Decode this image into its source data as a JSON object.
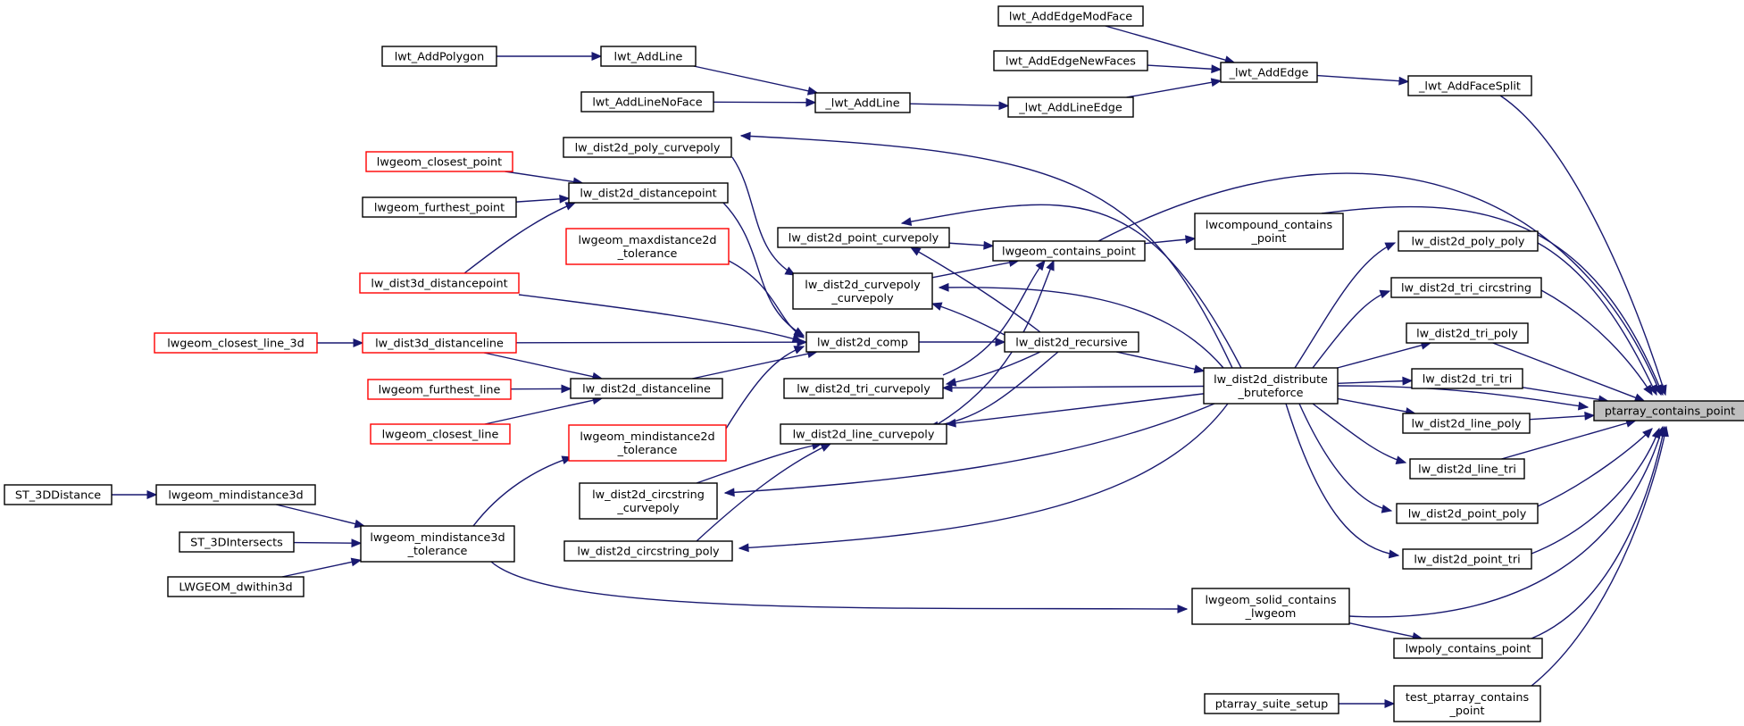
{
  "diagram": {
    "edge_color": "#191970",
    "node_border_default": "#000000",
    "node_border_red": "#ff0000",
    "focus_fill": "#bfbfbf",
    "nodes": [
      {
        "id": "ptarray_contains_point",
        "lines": [
          "ptarray_contains_point"
        ],
        "style": "focus"
      },
      {
        "id": "_lwt_AddFaceSplit",
        "lines": [
          "_lwt_AddFaceSplit"
        ],
        "style": "normal"
      },
      {
        "id": "_lwt_AddEdge",
        "lines": [
          "_lwt_AddEdge"
        ],
        "style": "normal"
      },
      {
        "id": "lwt_AddEdgeModFace",
        "lines": [
          "lwt_AddEdgeModFace"
        ],
        "style": "normal"
      },
      {
        "id": "lwt_AddEdgeNewFaces",
        "lines": [
          "lwt_AddEdgeNewFaces"
        ],
        "style": "normal"
      },
      {
        "id": "_lwt_AddLineEdge",
        "lines": [
          "_lwt_AddLineEdge"
        ],
        "style": "normal"
      },
      {
        "id": "_lwt_AddLine",
        "lines": [
          "_lwt_AddLine"
        ],
        "style": "normal"
      },
      {
        "id": "lwt_AddLine",
        "lines": [
          "lwt_AddLine"
        ],
        "style": "normal"
      },
      {
        "id": "lwt_AddPolygon",
        "lines": [
          "lwt_AddPolygon"
        ],
        "style": "normal"
      },
      {
        "id": "lwt_AddLineNoFace",
        "lines": [
          "lwt_AddLineNoFace"
        ],
        "style": "normal"
      },
      {
        "id": "lw_dist2d_distribute_bruteforce",
        "lines": [
          "lw_dist2d_distribute",
          "_bruteforce"
        ],
        "style": "normal"
      },
      {
        "id": "lw_dist2d_poly_curvepoly",
        "lines": [
          "lw_dist2d_poly_curvepoly"
        ],
        "style": "normal"
      },
      {
        "id": "lw_dist2d_distancepoint",
        "lines": [
          "lw_dist2d_distancepoint"
        ],
        "style": "normal"
      },
      {
        "id": "lwgeom_closest_point",
        "lines": [
          "lwgeom_closest_point"
        ],
        "style": "red"
      },
      {
        "id": "lwgeom_furthest_point",
        "lines": [
          "lwgeom_furthest_point"
        ],
        "style": "normal"
      },
      {
        "id": "lw_dist3d_distancepoint",
        "lines": [
          "lw_dist3d_distancepoint"
        ],
        "style": "red"
      },
      {
        "id": "lwgeom_maxdistance2d_tolerance",
        "lines": [
          "lwgeom_maxdistance2d",
          "_tolerance"
        ],
        "style": "red"
      },
      {
        "id": "lw_dist2d_comp",
        "lines": [
          "lw_dist2d_comp"
        ],
        "style": "normal"
      },
      {
        "id": "lw_dist3d_distanceline",
        "lines": [
          "lw_dist3d_distanceline"
        ],
        "style": "red"
      },
      {
        "id": "lwgeom_closest_line_3d",
        "lines": [
          "lwgeom_closest_line_3d"
        ],
        "style": "red"
      },
      {
        "id": "lw_dist2d_distanceline",
        "lines": [
          "lw_dist2d_distanceline"
        ],
        "style": "normal"
      },
      {
        "id": "lwgeom_furthest_line",
        "lines": [
          "lwgeom_furthest_line"
        ],
        "style": "red"
      },
      {
        "id": "lwgeom_closest_line",
        "lines": [
          "lwgeom_closest_line"
        ],
        "style": "red"
      },
      {
        "id": "lwgeom_mindistance2d_tolerance",
        "lines": [
          "lwgeom_mindistance2d",
          "_tolerance"
        ],
        "style": "red"
      },
      {
        "id": "lwgeom_mindistance3d_tolerance",
        "lines": [
          "lwgeom_mindistance3d",
          "_tolerance"
        ],
        "style": "normal"
      },
      {
        "id": "lwgeom_mindistance3d",
        "lines": [
          "lwgeom_mindistance3d"
        ],
        "style": "normal"
      },
      {
        "id": "ST_3DDistance",
        "lines": [
          "ST_3DDistance"
        ],
        "style": "normal"
      },
      {
        "id": "ST_3DIntersects",
        "lines": [
          "ST_3DIntersects"
        ],
        "style": "normal"
      },
      {
        "id": "LWGEOM_dwithin3d",
        "lines": [
          "LWGEOM_dwithin3d"
        ],
        "style": "normal"
      },
      {
        "id": "lw_dist2d_point_curvepoly",
        "lines": [
          "lw_dist2d_point_curvepoly"
        ],
        "style": "normal"
      },
      {
        "id": "lwgeom_contains_point",
        "lines": [
          "lwgeom_contains_point"
        ],
        "style": "normal"
      },
      {
        "id": "lwcompound_contains_point",
        "lines": [
          "lwcompound_contains",
          "_point"
        ],
        "style": "normal"
      },
      {
        "id": "lw_dist2d_curvepoly_curvepoly",
        "lines": [
          "lw_dist2d_curvepoly",
          "_curvepoly"
        ],
        "style": "normal"
      },
      {
        "id": "lw_dist2d_recursive",
        "lines": [
          "lw_dist2d_recursive"
        ],
        "style": "normal"
      },
      {
        "id": "lw_dist2d_tri_curvepoly",
        "lines": [
          "lw_dist2d_tri_curvepoly"
        ],
        "style": "normal"
      },
      {
        "id": "lw_dist2d_line_curvepoly",
        "lines": [
          "lw_dist2d_line_curvepoly"
        ],
        "style": "normal"
      },
      {
        "id": "lw_dist2d_circstring_curvepoly",
        "lines": [
          "lw_dist2d_circstring",
          "_curvepoly"
        ],
        "style": "normal"
      },
      {
        "id": "lw_dist2d_circstring_poly",
        "lines": [
          "lw_dist2d_circstring_poly"
        ],
        "style": "normal"
      },
      {
        "id": "lw_dist2d_poly_poly",
        "lines": [
          "lw_dist2d_poly_poly"
        ],
        "style": "normal"
      },
      {
        "id": "lw_dist2d_tri_circstring",
        "lines": [
          "lw_dist2d_tri_circstring"
        ],
        "style": "normal"
      },
      {
        "id": "lw_dist2d_tri_poly",
        "lines": [
          "lw_dist2d_tri_poly"
        ],
        "style": "normal"
      },
      {
        "id": "lw_dist2d_tri_tri",
        "lines": [
          "lw_dist2d_tri_tri"
        ],
        "style": "normal"
      },
      {
        "id": "lw_dist2d_line_poly",
        "lines": [
          "lw_dist2d_line_poly"
        ],
        "style": "normal"
      },
      {
        "id": "lw_dist2d_line_tri",
        "lines": [
          "lw_dist2d_line_tri"
        ],
        "style": "normal"
      },
      {
        "id": "lw_dist2d_point_poly",
        "lines": [
          "lw_dist2d_point_poly"
        ],
        "style": "normal"
      },
      {
        "id": "lw_dist2d_point_tri",
        "lines": [
          "lw_dist2d_point_tri"
        ],
        "style": "normal"
      },
      {
        "id": "lwgeom_solid_contains_lwgeom",
        "lines": [
          "lwgeom_solid_contains",
          "_lwgeom"
        ],
        "style": "normal"
      },
      {
        "id": "lwpoly_contains_point",
        "lines": [
          "lwpoly_contains_point"
        ],
        "style": "normal"
      },
      {
        "id": "test_ptarray_contains_point",
        "lines": [
          "test_ptarray_contains",
          "_point"
        ],
        "style": "normal"
      },
      {
        "id": "ptarray_suite_setup",
        "lines": [
          "ptarray_suite_setup"
        ],
        "style": "normal"
      }
    ],
    "edges": [
      {
        "from": "_lwt_AddFaceSplit",
        "to": "ptarray_contains_point"
      },
      {
        "from": "_lwt_AddEdge",
        "to": "_lwt_AddFaceSplit"
      },
      {
        "from": "lwt_AddEdgeModFace",
        "to": "_lwt_AddEdge"
      },
      {
        "from": "lwt_AddEdgeNewFaces",
        "to": "_lwt_AddEdge"
      },
      {
        "from": "_lwt_AddLineEdge",
        "to": "_lwt_AddEdge"
      },
      {
        "from": "_lwt_AddLine",
        "to": "_lwt_AddLineEdge"
      },
      {
        "from": "lwt_AddLine",
        "to": "_lwt_AddLine"
      },
      {
        "from": "lwt_AddPolygon",
        "to": "lwt_AddLine"
      },
      {
        "from": "lwt_AddLineNoFace",
        "to": "_lwt_AddLine"
      },
      {
        "from": "lw_dist2d_distribute_bruteforce",
        "to": "ptarray_contains_point"
      },
      {
        "from": "lw_dist2d_distribute_bruteforce",
        "to": "lw_dist2d_poly_curvepoly"
      },
      {
        "from": "lw_dist2d_distribute_bruteforce",
        "to": "lw_dist2d_point_curvepoly"
      },
      {
        "from": "lw_dist2d_distribute_bruteforce",
        "to": "lw_dist2d_curvepoly_curvepoly"
      },
      {
        "from": "lw_dist2d_distribute_bruteforce",
        "to": "lw_dist2d_tri_curvepoly"
      },
      {
        "from": "lw_dist2d_distribute_bruteforce",
        "to": "lw_dist2d_line_curvepoly"
      },
      {
        "from": "lw_dist2d_distribute_bruteforce",
        "to": "lw_dist2d_circstring_curvepoly"
      },
      {
        "from": "lw_dist2d_distribute_bruteforce",
        "to": "lw_dist2d_circstring_poly"
      },
      {
        "from": "lw_dist2d_distribute_bruteforce",
        "to": "lw_dist2d_poly_poly"
      },
      {
        "from": "lw_dist2d_distribute_bruteforce",
        "to": "lw_dist2d_tri_circstring"
      },
      {
        "from": "lw_dist2d_distribute_bruteforce",
        "to": "lw_dist2d_tri_poly"
      },
      {
        "from": "lw_dist2d_distribute_bruteforce",
        "to": "lw_dist2d_tri_tri"
      },
      {
        "from": "lw_dist2d_distribute_bruteforce",
        "to": "lw_dist2d_line_poly"
      },
      {
        "from": "lw_dist2d_distribute_bruteforce",
        "to": "lw_dist2d_line_tri"
      },
      {
        "from": "lw_dist2d_distribute_bruteforce",
        "to": "lw_dist2d_point_poly"
      },
      {
        "from": "lw_dist2d_distribute_bruteforce",
        "to": "lw_dist2d_point_tri"
      },
      {
        "from": "lw_dist2d_poly_curvepoly",
        "to": "lw_dist2d_curvepoly_curvepoly"
      },
      {
        "from": "lw_dist2d_distancepoint",
        "to": "lw_dist2d_comp"
      },
      {
        "from": "lwgeom_closest_point",
        "to": "lw_dist2d_distancepoint"
      },
      {
        "from": "lwgeom_furthest_point",
        "to": "lw_dist2d_distancepoint"
      },
      {
        "from": "lw_dist3d_distancepoint",
        "to": "lw_dist2d_distancepoint"
      },
      {
        "from": "lw_dist3d_distancepoint",
        "to": "lw_dist2d_comp"
      },
      {
        "from": "lwgeom_maxdistance2d_tolerance",
        "to": "lw_dist2d_comp"
      },
      {
        "from": "lw_dist3d_distanceline",
        "to": "lw_dist2d_comp"
      },
      {
        "from": "lw_dist3d_distanceline",
        "to": "lw_dist2d_distanceline"
      },
      {
        "from": "lwgeom_closest_line_3d",
        "to": "lw_dist3d_distanceline"
      },
      {
        "from": "lw_dist2d_distanceline",
        "to": "lw_dist2d_comp"
      },
      {
        "from": "lwgeom_furthest_line",
        "to": "lw_dist2d_distanceline"
      },
      {
        "from": "lwgeom_closest_line",
        "to": "lw_dist2d_distanceline"
      },
      {
        "from": "lwgeom_mindistance2d_tolerance",
        "to": "lw_dist2d_comp"
      },
      {
        "from": "lwgeom_mindistance3d_tolerance",
        "to": "lwgeom_mindistance2d_tolerance"
      },
      {
        "from": "lwgeom_mindistance3d_tolerance",
        "to": "lwgeom_solid_contains_lwgeom"
      },
      {
        "from": "lwgeom_mindistance3d",
        "to": "lwgeom_mindistance3d_tolerance"
      },
      {
        "from": "ST_3DDistance",
        "to": "lwgeom_mindistance3d"
      },
      {
        "from": "ST_3DIntersects",
        "to": "lwgeom_mindistance3d_tolerance"
      },
      {
        "from": "LWGEOM_dwithin3d",
        "to": "lwgeom_mindistance3d_tolerance"
      },
      {
        "from": "lw_dist2d_comp",
        "to": "lw_dist2d_recursive"
      },
      {
        "from": "lw_dist2d_recursive",
        "to": "lw_dist2d_distribute_bruteforce"
      },
      {
        "from": "lw_dist2d_recursive",
        "to": "lw_dist2d_point_curvepoly"
      },
      {
        "from": "lw_dist2d_recursive",
        "to": "lw_dist2d_curvepoly_curvepoly"
      },
      {
        "from": "lw_dist2d_recursive",
        "to": "lw_dist2d_tri_curvepoly"
      },
      {
        "from": "lw_dist2d_recursive",
        "to": "lw_dist2d_line_curvepoly"
      },
      {
        "from": "lw_dist2d_point_curvepoly",
        "to": "lwgeom_contains_point"
      },
      {
        "from": "lw_dist2d_curvepoly_curvepoly",
        "to": "lwgeom_contains_point"
      },
      {
        "from": "lw_dist2d_tri_curvepoly",
        "to": "lwgeom_contains_point"
      },
      {
        "from": "lw_dist2d_line_curvepoly",
        "to": "lwgeom_contains_point"
      },
      {
        "from": "lw_dist2d_circstring_curvepoly",
        "to": "lw_dist2d_line_curvepoly"
      },
      {
        "from": "lw_dist2d_circstring_poly",
        "to": "lw_dist2d_line_curvepoly"
      },
      {
        "from": "lwgeom_contains_point",
        "to": "lwcompound_contains_point"
      },
      {
        "from": "lwgeom_contains_point",
        "to": "ptarray_contains_point"
      },
      {
        "from": "lwcompound_contains_point",
        "to": "ptarray_contains_point"
      },
      {
        "from": "lw_dist2d_poly_poly",
        "to": "ptarray_contains_point"
      },
      {
        "from": "lw_dist2d_tri_circstring",
        "to": "ptarray_contains_point"
      },
      {
        "from": "lw_dist2d_tri_poly",
        "to": "ptarray_contains_point"
      },
      {
        "from": "lw_dist2d_tri_tri",
        "to": "ptarray_contains_point"
      },
      {
        "from": "lw_dist2d_line_poly",
        "to": "ptarray_contains_point"
      },
      {
        "from": "lw_dist2d_line_tri",
        "to": "ptarray_contains_point"
      },
      {
        "from": "lw_dist2d_point_poly",
        "to": "ptarray_contains_point"
      },
      {
        "from": "lw_dist2d_point_tri",
        "to": "ptarray_contains_point"
      },
      {
        "from": "lwgeom_solid_contains_lwgeom",
        "to": "lwpoly_contains_point"
      },
      {
        "from": "lwgeom_solid_contains_lwgeom",
        "to": "ptarray_contains_point"
      },
      {
        "from": "lwpoly_contains_point",
        "to": "ptarray_contains_point"
      },
      {
        "from": "test_ptarray_contains_point",
        "to": "ptarray_contains_point"
      },
      {
        "from": "ptarray_suite_setup",
        "to": "test_ptarray_contains_point"
      }
    ]
  }
}
